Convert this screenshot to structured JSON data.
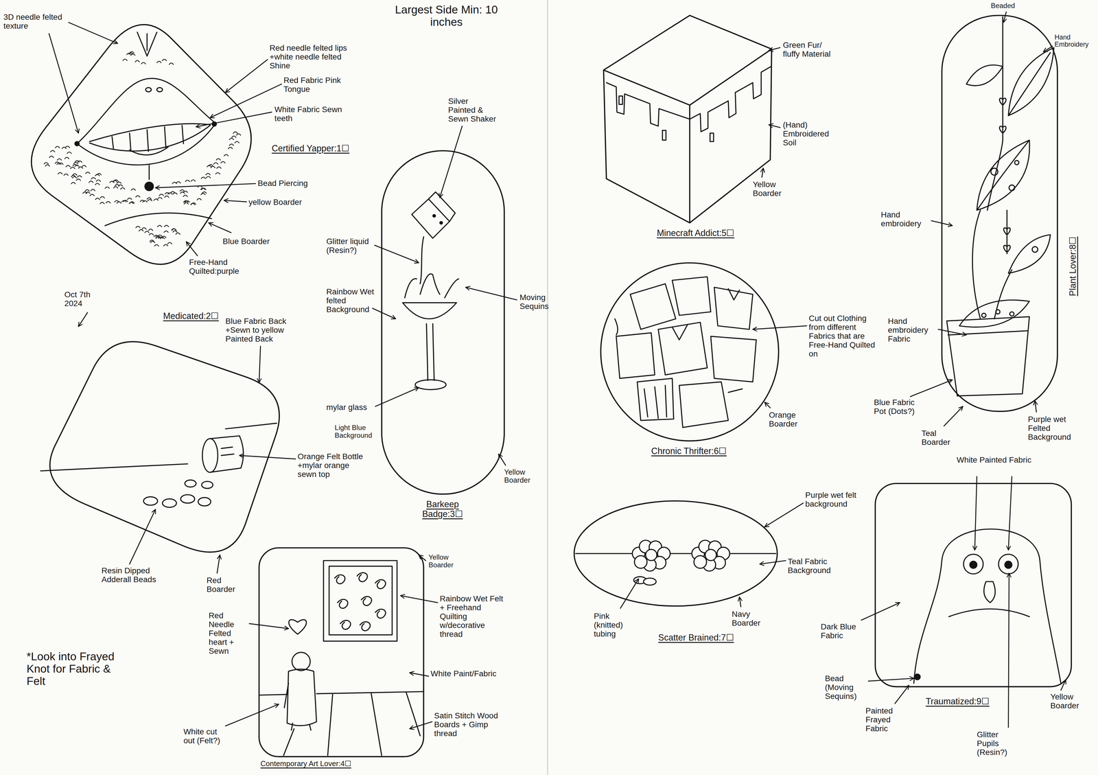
{
  "diagram": {
    "title": "Largest Side Min: 10 inches",
    "nodes": [
      {
        "text": [
          "Certified Yapper:1☐"
        ]
      },
      {
        "text": [
          "Medicated:2☐"
        ]
      },
      {
        "text": [
          "Barkeep Badge:3☐"
        ]
      },
      {
        "text": [
          "Contemporary Art Lover:4☐"
        ]
      },
      {
        "text": [
          "Minecraft Addict:5☐"
        ]
      },
      {
        "text": [
          "Chronic Thrifter:6☐"
        ]
      },
      {
        "text": [
          "Scatter Brained:7☐"
        ]
      },
      {
        "text": [
          "Plant Lover:8☐"
        ]
      },
      {
        "text": [
          "Traumatized:9☐"
        ]
      }
    ],
    "labels": [
      "3D needle felted texture",
      "Red needle felted lips +white needle felted Shine",
      "Red Fabric Pink Tongue",
      "White Fabric Sewn teeth",
      "Bead Piercing",
      "yellow Boarder",
      "Blue Boarder",
      "Free-Hand Quilted:purple",
      "Oct 7th 2024",
      "Blue Fabric Back +Sewn to yellow Painted Back",
      "Orange Felt Bottle +mylar orange sewn top",
      "Resin Dipped Adderall Beads",
      "Red Boarder",
      "Silver Painted & Sewn Shaker",
      "Glitter liquid (Resin?)",
      "Rainbow Wet felted Background",
      "Moving Sequins",
      "mylar glass",
      "Light Blue Background",
      "Yellow Boarder",
      "Yellow Boarder",
      "Red Needle Felted heart + Sewn",
      "Rainbow Wet Felt + Freehand Quilting w/decorative thread",
      "White Paint/Fabric",
      "Satin Stitch Wood Boards + Gimp thread",
      "White cut out (Felt?)",
      "*Look into Frayed Knot for Fabric & Felt",
      "Green Fur/ fluffy Material",
      "(Hand) Embroidered Soil",
      "Yellow Boarder",
      "Cut out Clothing from different Fabrics that are Free-Hand Quilted on",
      "Orange Boarder",
      "Purple wet felt background",
      "Teal Fabric Background",
      "Navy Boarder",
      "Pink (knitted) tubing",
      "Beaded",
      "Hand Embroidery",
      "Hand embroidery",
      "Hand embroidery Fabric",
      "Blue Fabric Pot (Dots?)",
      "Teal Boarder",
      "Purple wet Felted Background",
      "White Painted Fabric",
      "Dark Blue Fabric",
      "Bead (Moving Sequins)",
      "Painted Frayed Fabric",
      "Glitter Pupils (Resin?)",
      "Yellow Boarder"
    ]
  }
}
